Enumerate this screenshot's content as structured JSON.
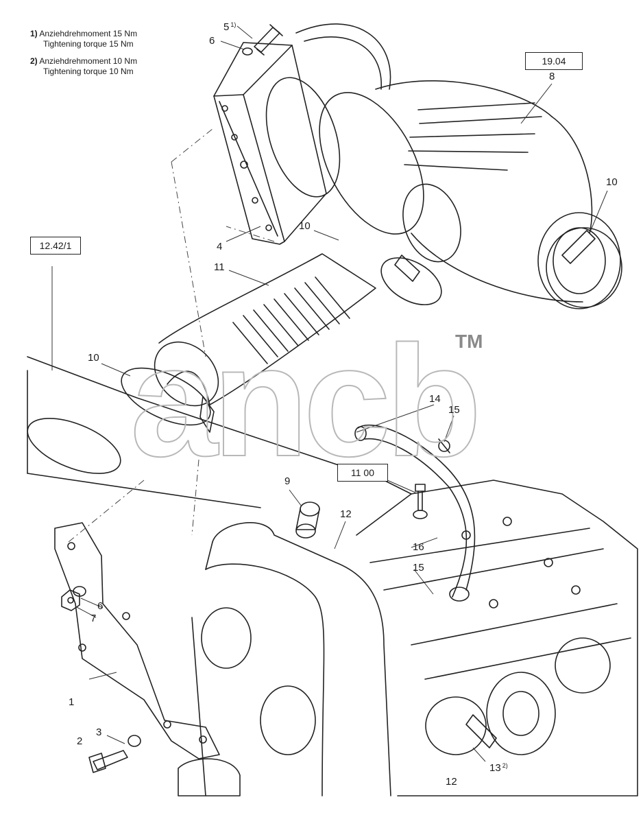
{
  "notes": [
    {
      "num": "1)",
      "de": "Anziehdrehmoment 15 Nm",
      "en": "Tightening torque 15 Nm"
    },
    {
      "num": "2)",
      "de": "Anziehdrehmoment 10 Nm",
      "en": "Tightening torque 10 Nm"
    }
  ],
  "references": {
    "box_1904": "19.04",
    "box_12421": "12.42/1",
    "box_1100": "11 00"
  },
  "callouts": {
    "c5": "5",
    "c5_note": "1)",
    "c6_top": "6",
    "c8": "8",
    "c10_right": "10",
    "c10_mid": "10",
    "c4": "4",
    "c11": "11",
    "c10_left": "10",
    "c14": "14",
    "c15_top": "15",
    "c9": "9",
    "c12_mid": "12",
    "c16": "16",
    "c15_mid": "15",
    "c6_left": "6",
    "c7": "7",
    "c1": "1",
    "c3": "3",
    "c2": "2",
    "c13": "13",
    "c13_note": "2)",
    "c12_bottom": "12"
  },
  "watermark": {
    "text": "ancb",
    "tm": "TM"
  }
}
